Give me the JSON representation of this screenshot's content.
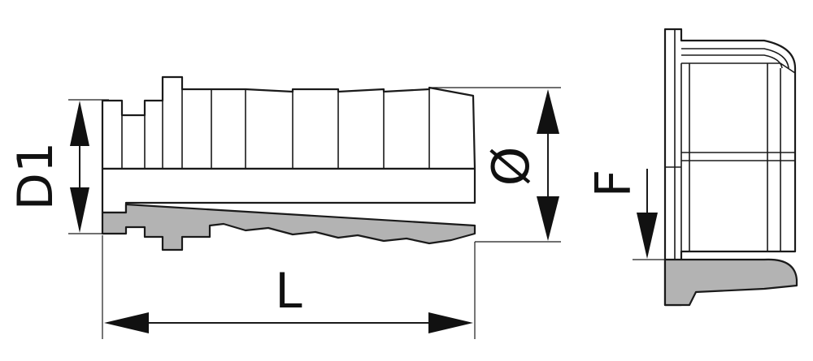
{
  "labels": {
    "d1": "D1",
    "diameter": "Ø",
    "length": "L",
    "f": "F"
  },
  "colors": {
    "line": "#1a1a1a",
    "section_fill": "#b3b3b3",
    "background": "#ffffff"
  }
}
